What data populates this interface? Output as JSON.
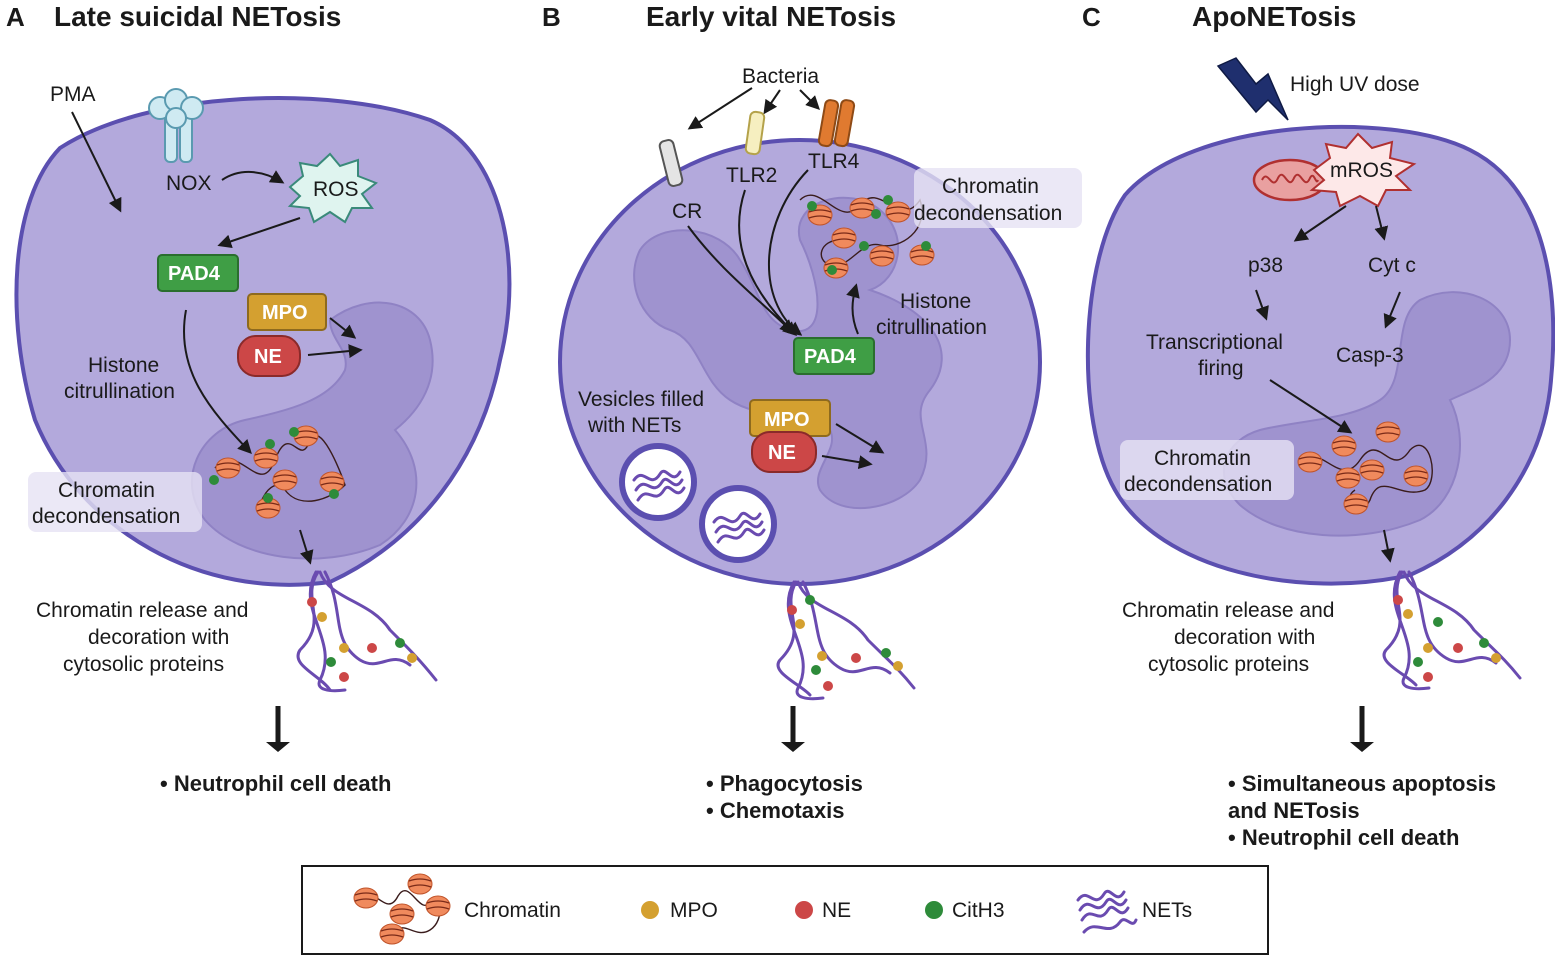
{
  "panels": {
    "a": {
      "letter": "A",
      "title": "Late suicidal NETosis",
      "stimulus": "PMA",
      "nox": "NOX",
      "ros": "ROS",
      "pad4": "PAD4",
      "mpo": "MPO",
      "ne": "NE",
      "histone_line1": "Histone",
      "histone_line2": "citrullination",
      "chromatin_line1": "Chromatin",
      "chromatin_line2": "decondensation",
      "release_line1": "Chromatin release and",
      "release_line2": "decoration with",
      "release_line3": "cytosolic proteins",
      "outcome1": "• Neutrophil cell death"
    },
    "b": {
      "letter": "B",
      "title": "Early vital NETosis",
      "stimulus": "Bacteria",
      "cr": "CR",
      "tlr2": "TLR2",
      "tlr4": "TLR4",
      "chromatin_line1": "Chromatin",
      "chromatin_line2": "decondensation",
      "histone_line1": "Histone",
      "histone_line2": "citrullination",
      "pad4": "PAD4",
      "mpo": "MPO",
      "ne": "NE",
      "vesicles_line1": "Vesicles filled",
      "vesicles_line2": "with NETs",
      "outcome1": "• Phagocytosis",
      "outcome2": "• Chemotaxis"
    },
    "c": {
      "letter": "C",
      "title": "ApoNETosis",
      "stimulus": "High UV dose",
      "mros": "mROS",
      "p38": "p38",
      "cytc": "Cyt c",
      "transcript_line1": "Transcriptional",
      "transcript_line2": "firing",
      "casp3": "Casp-3",
      "chromatin_line1": "Chromatin",
      "chromatin_line2": "decondensation",
      "release_line1": "Chromatin release and",
      "release_line2": "decoration with",
      "release_line3": "cytosolic proteins",
      "outcome1": "• Simultaneous apoptosis",
      "outcome2": "and NETosis",
      "outcome3": "• Neutrophil cell death"
    }
  },
  "legend": {
    "chromatin": "Chromatin",
    "mpo": "MPO",
    "ne": "NE",
    "cith3": "CitH3",
    "nets": "NETs"
  },
  "colors": {
    "cell_fill": "#b3a9dc",
    "cell_stroke": "#5b4fb0",
    "nucleus_fill": "#9f93cf",
    "pad4": "#3f9e45",
    "mpo": "#d4a030",
    "ne": "#cc4747",
    "cith3": "#2e8b3a",
    "nucleosome": "#f08a5d",
    "net_strand": "#6a4bb0",
    "uv_bolt": "#1f2f6e"
  }
}
